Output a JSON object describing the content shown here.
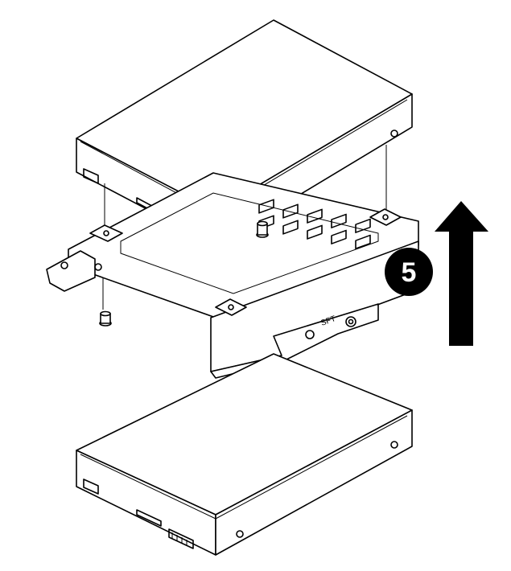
{
  "diagram": {
    "step_number": "5",
    "tray_marking": "SFT",
    "arrow_direction": "up",
    "colors": {
      "line": "#000000",
      "background": "#ffffff",
      "badge": "#000000",
      "badge_text": "#ffffff"
    }
  }
}
